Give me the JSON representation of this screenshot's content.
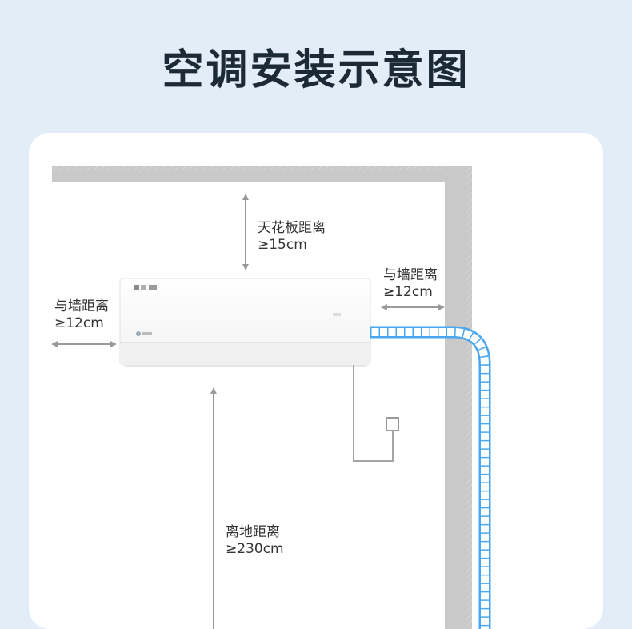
{
  "title": "空调安装示意图",
  "labels": {
    "ceiling": {
      "name": "天花板距离",
      "value": "≥15cm"
    },
    "left_wall": {
      "name": "与墙距离",
      "value": "≥12cm"
    },
    "right_wall": {
      "name": "与墙距离",
      "value": "≥12cm"
    },
    "floor": {
      "name": "离地距离",
      "value": "≥230cm"
    }
  },
  "colors": {
    "background": "#e3edf8",
    "card": "#ffffff",
    "wall": "#c8c8c8",
    "arrow": "#9a9a9a",
    "pipe": "#4aa6ee",
    "title": "#1b2a36"
  }
}
